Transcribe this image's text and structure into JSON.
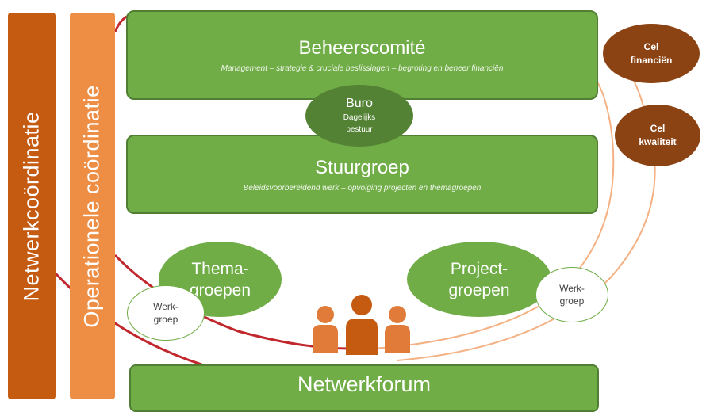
{
  "bars": {
    "netwerkcoordinatie": "Netwerkcoördinatie",
    "operationele_coordinatie": "Operationele coördinatie"
  },
  "beheerscomite": {
    "title": "Beheerscomité",
    "subtitle": "Management – strategie & cruciale beslissingen – begroting en beheer financiën"
  },
  "buro": {
    "title": "Buro",
    "line1": "Dagelijks",
    "line2": "bestuur"
  },
  "stuurgroep": {
    "title": "Stuurgroep",
    "subtitle": "Beleidsvoorbereidend werk – opvolging projecten en themagroepen"
  },
  "themagroepen": {
    "line1": "Thema-",
    "line2": "groepen"
  },
  "projectgroepen": {
    "line1": "Project-",
    "line2": "groepen"
  },
  "werkgroep_left": {
    "line1": "Werk-",
    "line2": "groep"
  },
  "werkgroep_right": {
    "line1": "Werk-",
    "line2": "groep"
  },
  "cel_financien": {
    "line1": "Cel",
    "line2": "financiën"
  },
  "cel_kwaliteit": {
    "line1": "Cel",
    "line2": "kwaliteit"
  },
  "netwerkforum": {
    "title": "Netwerkforum"
  },
  "colors": {
    "dark_orange": "#c55a11",
    "light_orange": "#ed8e44",
    "green": "#70ad47",
    "dark_green": "#548235",
    "brown": "#8c4313",
    "red_line": "#c0282e",
    "peach_line": "#f4b183",
    "people": "#e07b39"
  },
  "icons": {
    "group": "people-group-icon"
  }
}
